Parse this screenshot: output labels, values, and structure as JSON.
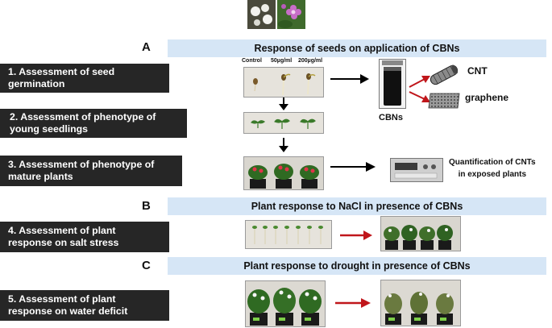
{
  "sections": [
    {
      "letter": "A",
      "title": "Response of seeds on application of  CBNs"
    },
    {
      "letter": "B",
      "title": "Plant response to NaCl  in presence of CBNs"
    },
    {
      "letter": "C",
      "title": "Plant response to drought in presence of CBNs"
    }
  ],
  "steps": [
    "1. Assessment of seed germination",
    "2. Assessment of  phenotype of young seedlings",
    "3.  Assessment of phenotype of mature plants",
    "4. Assessment of plant response on salt stress",
    "5. Assessment of plant response on water deficit"
  ],
  "labels": {
    "control": "Control",
    "dose1": "50µg/ml",
    "dose2": "200µg/ml",
    "cbns": "CBNs",
    "cnt": "CNT",
    "graphene": "graphene",
    "quant_line1": "Quantification of CNTs",
    "quant_line2": "in exposed plants"
  },
  "colors": {
    "band": "#d6e6f6",
    "step_box": "#262626",
    "red_arrow": "#c0161b",
    "black_arrow": "#000000"
  }
}
